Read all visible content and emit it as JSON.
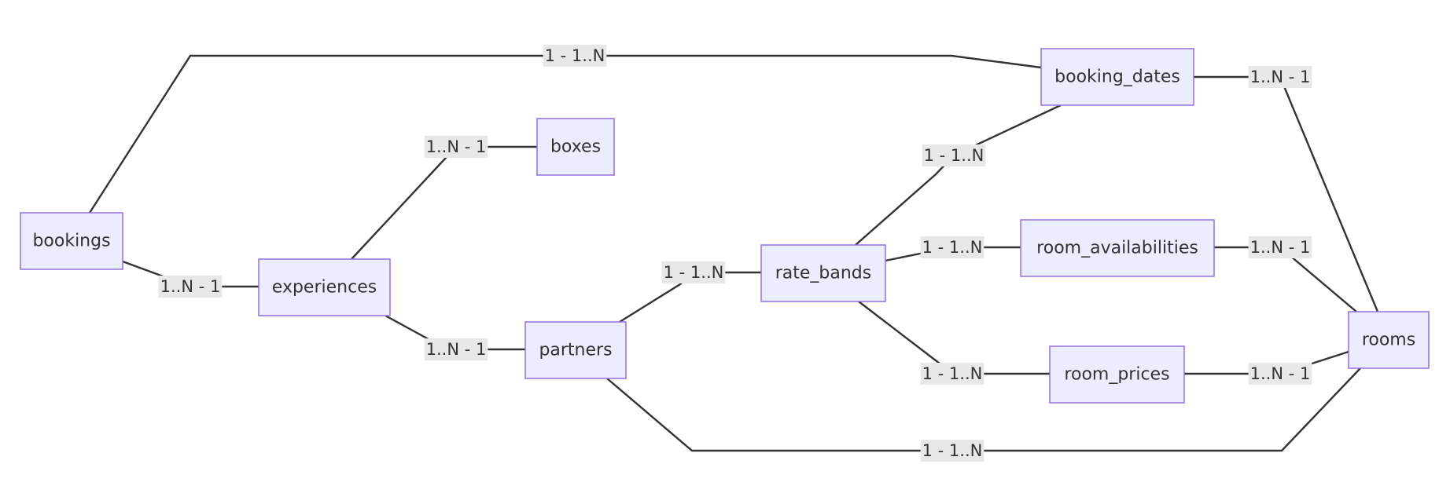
{
  "diagram": {
    "type": "flowchart",
    "colors": {
      "node_fill": "#ECECFF",
      "node_stroke": "#9370DB",
      "edge": "#333333",
      "label_bg": "#e8e8e8",
      "text": "#333333"
    },
    "nodes": [
      {
        "id": "bookings",
        "label": "bookings"
      },
      {
        "id": "experiences",
        "label": "experiences"
      },
      {
        "id": "boxes",
        "label": "boxes"
      },
      {
        "id": "partners",
        "label": "partners"
      },
      {
        "id": "rate_bands",
        "label": "rate_bands"
      },
      {
        "id": "booking_dates",
        "label": "booking_dates"
      },
      {
        "id": "room_availabilities",
        "label": "room_availabilities"
      },
      {
        "id": "room_prices",
        "label": "room_prices"
      },
      {
        "id": "rooms",
        "label": "rooms"
      }
    ],
    "edges": [
      {
        "from": "bookings",
        "to": "booking_dates",
        "label": "1 - 1..N"
      },
      {
        "from": "bookings",
        "to": "experiences",
        "label": "1..N - 1"
      },
      {
        "from": "experiences",
        "to": "boxes",
        "label": "1..N - 1"
      },
      {
        "from": "experiences",
        "to": "partners",
        "label": "1..N - 1"
      },
      {
        "from": "partners",
        "to": "rate_bands",
        "label": "1 - 1..N"
      },
      {
        "from": "partners",
        "to": "rooms",
        "label": "1 - 1..N"
      },
      {
        "from": "rate_bands",
        "to": "booking_dates",
        "label": "1 - 1..N"
      },
      {
        "from": "rate_bands",
        "to": "room_availabilities",
        "label": "1 - 1..N"
      },
      {
        "from": "rate_bands",
        "to": "room_prices",
        "label": "1 - 1..N"
      },
      {
        "from": "booking_dates",
        "to": "rooms",
        "label": "1..N - 1"
      },
      {
        "from": "room_availabilities",
        "to": "rooms",
        "label": "1..N - 1"
      },
      {
        "from": "room_prices",
        "to": "rooms",
        "label": "1..N - 1"
      }
    ]
  }
}
